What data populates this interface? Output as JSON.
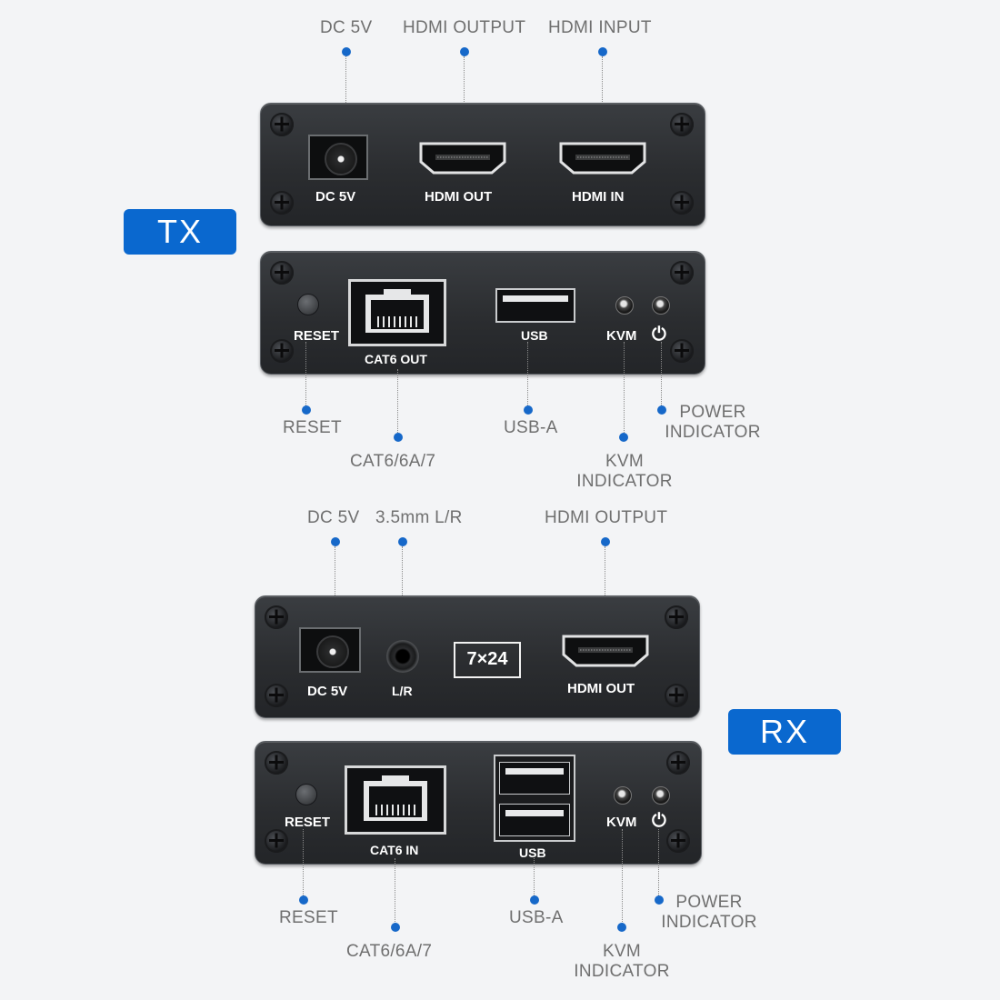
{
  "accent_color": "#0a68cf",
  "tx": {
    "tag": "TX",
    "top_callouts": {
      "dc": "DC 5V",
      "hdmi_out": "HDMI OUTPUT",
      "hdmi_in": "HDMI INPUT"
    },
    "top_panel": {
      "dc": "DC 5V",
      "hdmi_out": "HDMI OUT",
      "hdmi_in": "HDMI IN"
    },
    "bottom_panel": {
      "reset": "RESET",
      "cat": "CAT6 OUT",
      "usb": "USB",
      "kvm": "KVM",
      "power_symbol": "⏻"
    },
    "bottom_callouts": {
      "reset": "RESET",
      "cat": "CAT6/6A/7",
      "usb": "USB-A",
      "kvm_1": "KVM",
      "kvm_2": "INDICATOR",
      "power_1": "POWER",
      "power_2": "INDICATOR"
    }
  },
  "rx": {
    "tag": "RX",
    "top_callouts": {
      "dc": "DC 5V",
      "audio": "3.5mm L/R",
      "hdmi_out": "HDMI OUTPUT"
    },
    "top_panel": {
      "dc": "DC 5V",
      "audio": "L/R",
      "badge": "7×24",
      "hdmi_out": "HDMI OUT"
    },
    "bottom_panel": {
      "reset": "RESET",
      "cat": "CAT6 IN",
      "usb": "USB",
      "kvm": "KVM",
      "power_symbol": "⏻"
    },
    "bottom_callouts": {
      "reset": "RESET",
      "cat": "CAT6/6A/7",
      "usb": "USB-A",
      "kvm_1": "KVM",
      "kvm_2": "INDICATOR",
      "power_1": "POWER",
      "power_2": "INDICATOR"
    }
  }
}
